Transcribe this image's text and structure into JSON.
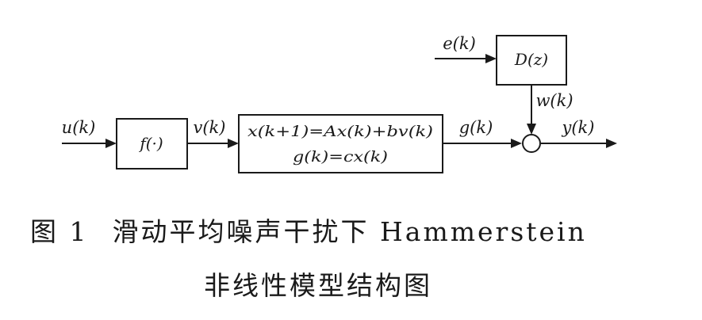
{
  "diagram": {
    "blocks": {
      "f": "f(·)",
      "dz": "D(z)",
      "system_line1": "x(k+1)=Ax(k)+bv(k)",
      "system_line2": "g(k)=cx(k)"
    },
    "signals": {
      "u": "u(k)",
      "v": "v(k)",
      "g": "g(k)",
      "e": "e(k)",
      "w": "w(k)",
      "y": "y(k)"
    }
  },
  "caption": {
    "figure_number": "图 1",
    "line1": "滑动平均噪声干扰下 Hammerstein",
    "line2": "非线性模型结构图"
  }
}
